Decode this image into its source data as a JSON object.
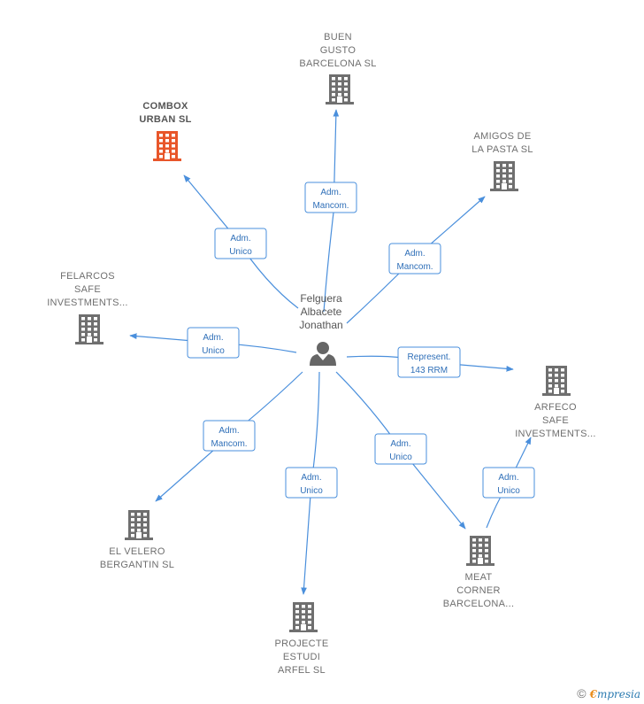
{
  "person": {
    "name_lines": [
      "Felguera",
      "Albacete",
      "Jonathan"
    ]
  },
  "companies": [
    {
      "id": "buen-gusto",
      "lines": [
        "BUEN",
        "GUSTO",
        "BARCELONA SL"
      ],
      "highlight": false
    },
    {
      "id": "combox",
      "lines": [
        "COMBOX",
        "URBAN  SL"
      ],
      "highlight": true
    },
    {
      "id": "amigos",
      "lines": [
        "AMIGOS DE",
        "LA PASTA SL"
      ],
      "highlight": false
    },
    {
      "id": "felarcos",
      "lines": [
        "FELARCOS",
        "SAFE",
        "INVESTMENTS..."
      ],
      "highlight": false
    },
    {
      "id": "arfeco",
      "lines": [
        "ARFECO",
        "SAFE",
        "INVESTMENTS..."
      ],
      "highlight": false
    },
    {
      "id": "el-velero",
      "lines": [
        "EL VELERO",
        "BERGANTIN SL"
      ],
      "highlight": false
    },
    {
      "id": "projecte",
      "lines": [
        "PROJECTE",
        "ESTUDI",
        "ARFEL SL"
      ],
      "highlight": false
    },
    {
      "id": "meat",
      "lines": [
        "MEAT",
        "CORNER",
        "BARCELONA..."
      ],
      "highlight": false
    }
  ],
  "relations": [
    {
      "id": "buen-gusto",
      "lines": [
        "Adm.",
        "Mancom."
      ]
    },
    {
      "id": "combox",
      "lines": [
        "Adm.",
        "Unico"
      ]
    },
    {
      "id": "amigos",
      "lines": [
        "Adm.",
        "Mancom."
      ]
    },
    {
      "id": "felarcos",
      "lines": [
        "Adm.",
        "Unico"
      ]
    },
    {
      "id": "arfeco",
      "lines": [
        "Represent.",
        "143 RRM"
      ]
    },
    {
      "id": "el-velero",
      "lines": [
        "Adm.",
        "Mancom."
      ]
    },
    {
      "id": "projecte",
      "lines": [
        "Adm.",
        "Unico"
      ]
    },
    {
      "id": "meat",
      "lines": [
        "Adm.",
        "Unico"
      ]
    },
    {
      "id": "meat-arfeco",
      "lines": [
        "Adm.",
        "Unico"
      ]
    }
  ],
  "colors": {
    "building": "#6f6f6f",
    "building_highlight": "#e8562a",
    "edge": "#4a8fdc",
    "person": "#666666"
  },
  "footer": {
    "copyright": "©",
    "brand_first": "€",
    "brand_rest": "mpresia"
  }
}
